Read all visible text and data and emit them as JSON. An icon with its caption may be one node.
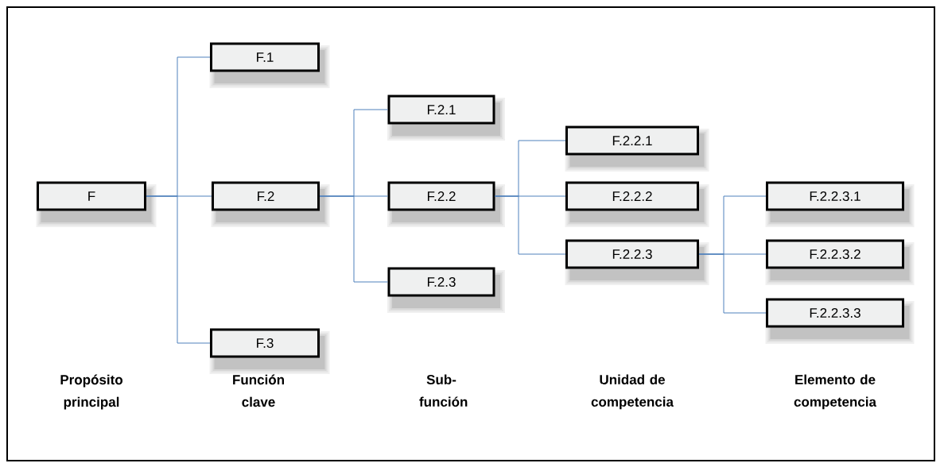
{
  "diagram": {
    "nodes": [
      {
        "text": [
          "F"
        ]
      },
      {
        "text": [
          "F.1"
        ]
      },
      {
        "text": [
          "F.2"
        ]
      },
      {
        "text": [
          "F.3"
        ]
      },
      {
        "text": [
          "F.2.1"
        ]
      },
      {
        "text": [
          "F.2.2"
        ]
      },
      {
        "text": [
          "F.2.3"
        ]
      },
      {
        "text": [
          "F.2.2.1"
        ]
      },
      {
        "text": [
          "F.2.2.2"
        ]
      },
      {
        "text": [
          "F.2.2.3"
        ]
      },
      {
        "text": [
          "F.2.2.3.1"
        ]
      },
      {
        "text": [
          "F.2.2.3.2"
        ]
      },
      {
        "text": [
          "F.2.2.3.3"
        ]
      }
    ],
    "edges": [
      {
        "from": 0,
        "to": 1,
        "arrow": "none"
      },
      {
        "from": 0,
        "to": 2,
        "arrow": "none"
      },
      {
        "from": 0,
        "to": 3,
        "arrow": "none"
      },
      {
        "from": 2,
        "to": 4,
        "arrow": "none"
      },
      {
        "from": 2,
        "to": 5,
        "arrow": "none"
      },
      {
        "from": 2,
        "to": 6,
        "arrow": "none"
      },
      {
        "from": 5,
        "to": 7,
        "arrow": "none"
      },
      {
        "from": 5,
        "to": 8,
        "arrow": "none"
      },
      {
        "from": 5,
        "to": 9,
        "arrow": "none"
      },
      {
        "from": 9,
        "to": 10,
        "arrow": "none"
      },
      {
        "from": 9,
        "to": 11,
        "arrow": "none"
      },
      {
        "from": 9,
        "to": 12,
        "arrow": "none"
      }
    ],
    "labels": [
      "Propósito principal",
      "Función clave",
      "Sub- función",
      "Unidad de competencia",
      "Elemento de competencia"
    ]
  }
}
